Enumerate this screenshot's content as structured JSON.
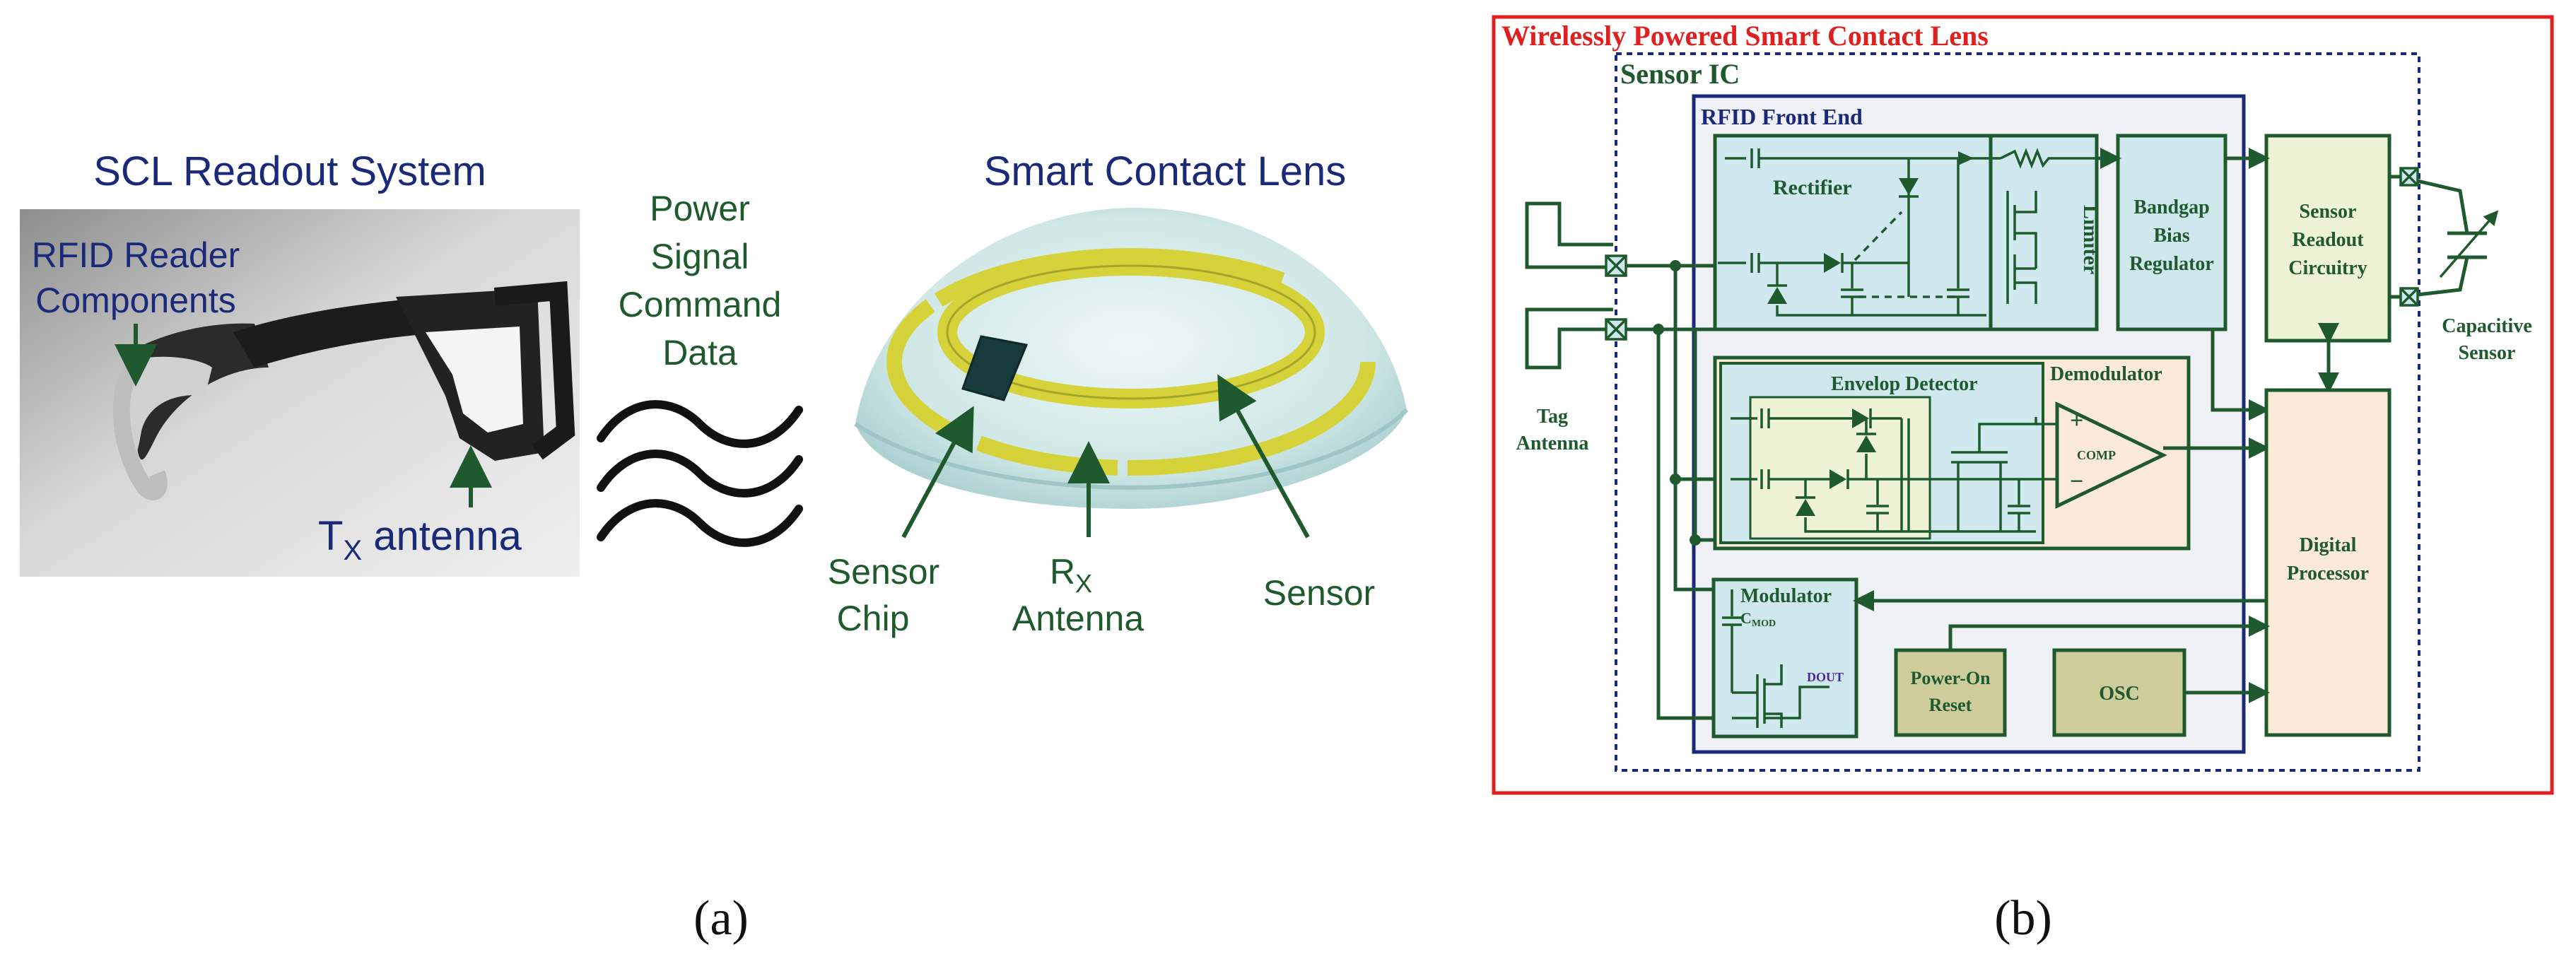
{
  "panel_a": {
    "readout_title": "SCL Readout System",
    "rfid_line1": "RFID Reader",
    "rfid_line2": "Components",
    "tx_main": "T",
    "tx_sub": "X",
    "tx_suffix": " antenna",
    "signal_lines": [
      "Power",
      "Signal",
      "Command",
      "Data"
    ],
    "lens_title": "Smart Contact Lens",
    "chip_line1": "Sensor",
    "chip_line2": "Chip",
    "rx_main": "R",
    "rx_sub": "X",
    "rx_line2": "Antenna",
    "sensor_label": "Sensor",
    "caption": "(a)"
  },
  "panel_b": {
    "outer_title": "Wirelessly Powered Smart Contact Lens",
    "sensor_ic": "Sensor IC",
    "rfid_front_end": "RFID Front End",
    "rectifier": "Rectifier",
    "limiter": "Limiter",
    "bandgap": [
      "Bandgap",
      "Bias",
      "Regulator"
    ],
    "sensor_readout": [
      "Sensor",
      "Readout",
      "Circuitry"
    ],
    "capacitive_sensor": [
      "Capacitive",
      "Sensor"
    ],
    "tag_antenna": [
      "Tag",
      "Antenna"
    ],
    "envelop_detector": "Envelop Detector",
    "demodulator": "Demodulator",
    "comp": "COMP",
    "plus": "+",
    "minus": "−",
    "digital_processor": [
      "Digital",
      "Processor"
    ],
    "modulator": "Modulator",
    "cmod_main": "C",
    "cmod_sub": "MOD",
    "dout": "DOUT",
    "power_on_reset": [
      "Power-On",
      "Reset"
    ],
    "osc": "OSC",
    "caption": "(b)"
  },
  "colors": {
    "navy": "#1a2a78",
    "dark_green": "#1e5a2d",
    "red": "#e02020",
    "light_blue": "#cfe8ee",
    "light_yellow": "#eef3d6",
    "peach": "#fbead7",
    "olive": "#cfcc9c",
    "lavender": "#f0f0f7"
  }
}
